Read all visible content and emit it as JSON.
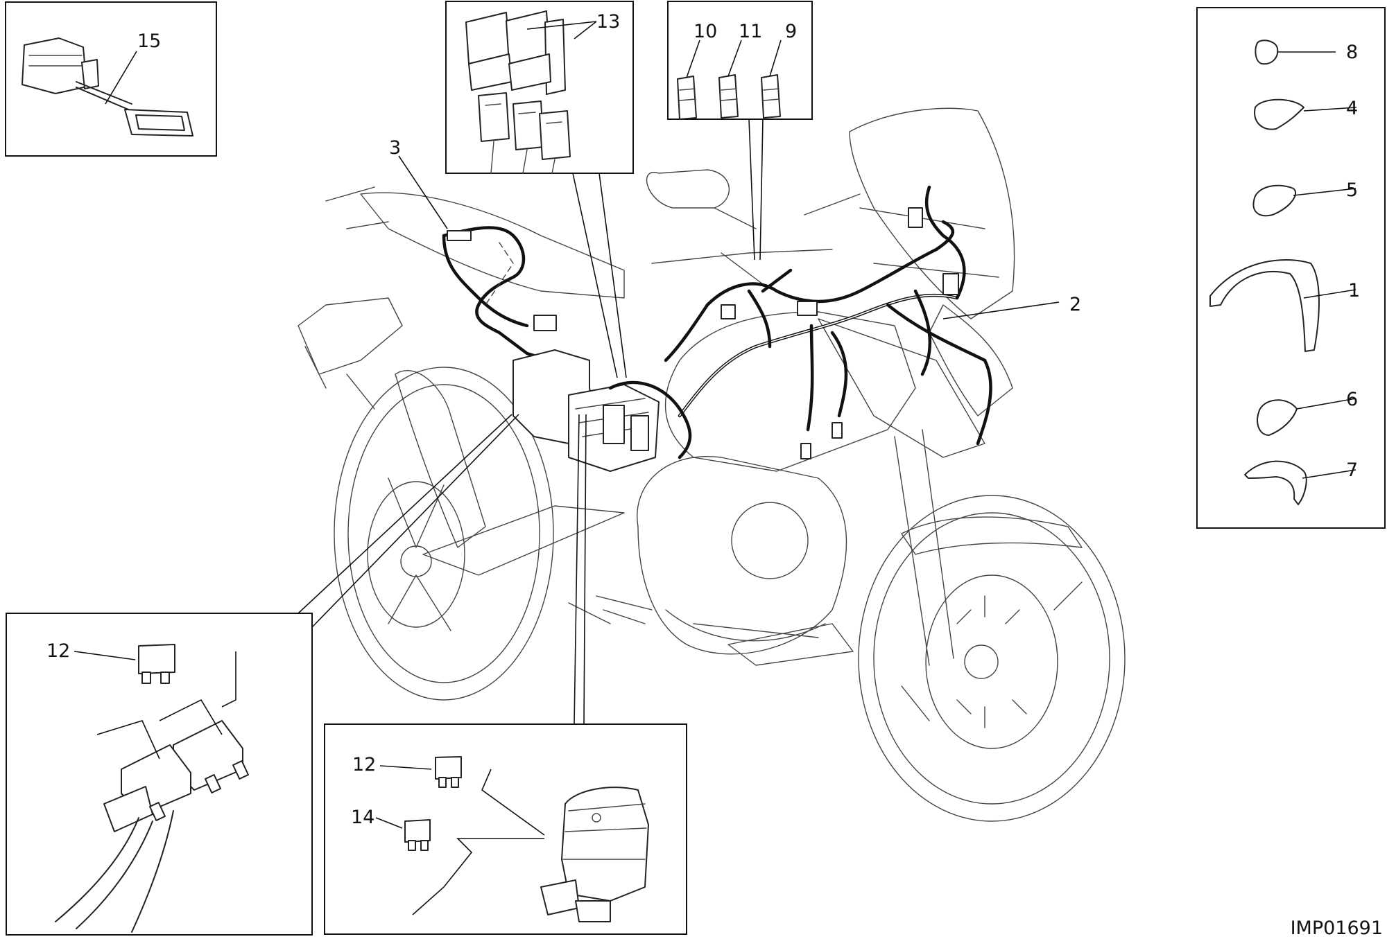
{
  "diagram_code": "IMP01691",
  "callouts": {
    "c1": "1",
    "c2": "2",
    "c3": "3",
    "c4": "4",
    "c5": "5",
    "c6": "6",
    "c7": "7",
    "c8": "8",
    "c9": "9",
    "c10": "10",
    "c11": "11",
    "c12a": "12",
    "c12b": "12",
    "c13": "13",
    "c14": "14",
    "c15": "15"
  }
}
